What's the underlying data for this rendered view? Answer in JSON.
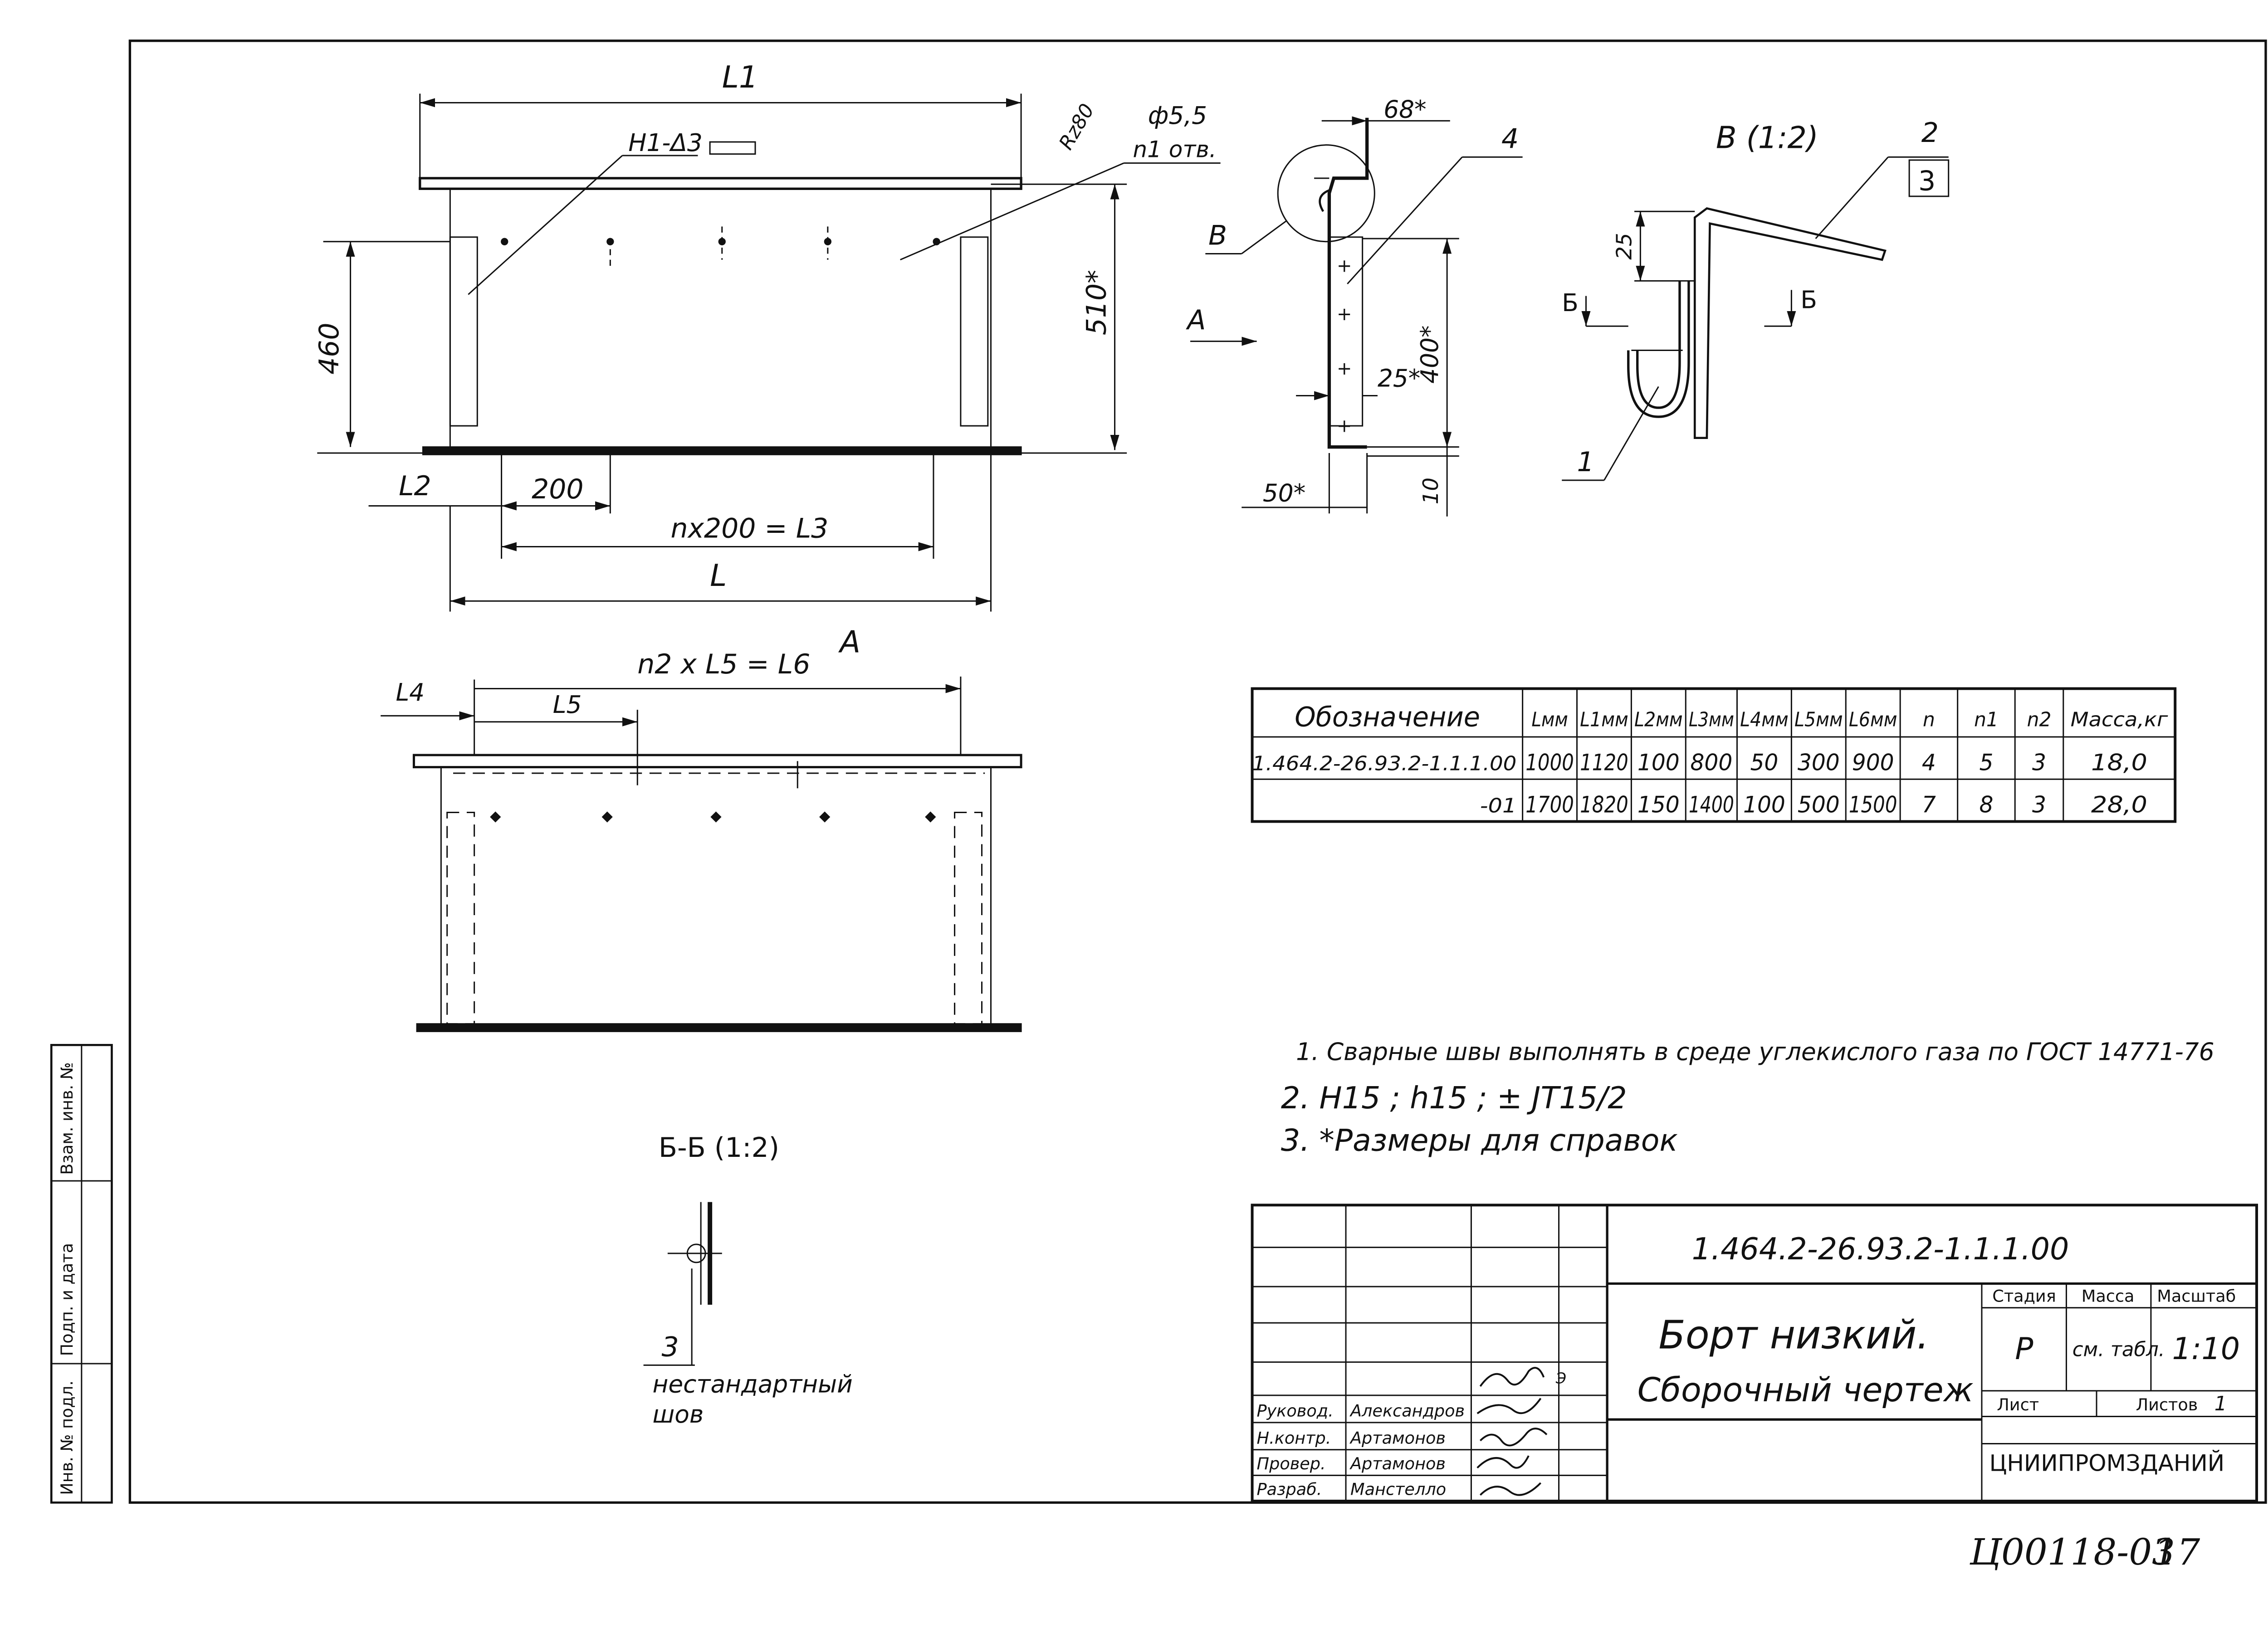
{
  "views": {
    "front": {
      "L1": "L1",
      "weld": "H1-Δ3",
      "roughness": "Rz80",
      "hole": "ф5,5",
      "hole_count": "n1 отв.",
      "dim_460": "460",
      "dim_510": "510*",
      "L2": "L2",
      "dim_200": "200",
      "n200": "nx200 = L3",
      "L": "L"
    },
    "side": {
      "dim_68": "68*",
      "pos4": "4",
      "B": "В",
      "A": "А",
      "dim_400": "400*",
      "dim_25": "25*",
      "dim_50": "50*",
      "dim_10": "10"
    },
    "detail_b": {
      "title": "В (1:2)",
      "pos2": "2",
      "pos3": "3",
      "dim_25": "25",
      "cut_left": "Б",
      "cut_right": "Б",
      "pos1": "1"
    },
    "view_a": {
      "title": "А",
      "n2": "n2 x L5 = L6",
      "L4": "L4",
      "L5": "L5"
    },
    "section_bb": {
      "title": "Б-Б (1:2)",
      "pos3": "3",
      "weld_note_1": "нестандартный",
      "weld_note_2": "шов"
    }
  },
  "spec_table": {
    "headers": [
      "Обозначение",
      "Lмм",
      "L1мм",
      "L2мм",
      "L3мм",
      "L4мм",
      "L5мм",
      "L6мм",
      "n",
      "n1",
      "n2",
      "Масса,кг"
    ],
    "rows": [
      [
        "1.464.2-26.93.2-1.1.1.00",
        "1000",
        "1120",
        "100",
        "800",
        "50",
        "300",
        "900",
        "4",
        "5",
        "3",
        "18,0"
      ],
      [
        "-01",
        "1700",
        "1820",
        "150",
        "1400",
        "100",
        "500",
        "1500",
        "7",
        "8",
        "3",
        "28,0"
      ]
    ]
  },
  "notes": [
    "1. Сварные швы выполнять в среде углекислого газа по ГОСТ 14771-76",
    "2. H15 ; h15 ; ± JT15/2",
    "3. *Размеры для справок"
  ],
  "title_block": {
    "doc_number": "1.464.2-26.93.2-1.1.1.00",
    "name_line1": "Борт низкий.",
    "name_line2": "Сборочный чертеж",
    "stage_label": "Стадия",
    "mass_label": "Масса",
    "scale_label": "Масштаб",
    "stage": "Р",
    "mass": "см. табл.",
    "scale": "1:10",
    "sheet_label": "Лист",
    "sheets_label": "Листов",
    "sheets": "1",
    "org": "ЦНИИПРОМЗДАНИЙ",
    "small_mark": "Э",
    "roles": [
      {
        "role": "Руковод.",
        "name": "Александров"
      },
      {
        "role": "Н.контр.",
        "name": "Артамонов"
      },
      {
        "role": "Провер.",
        "name": "Артамонов"
      },
      {
        "role": "Разраб.",
        "name": "Манстелло"
      }
    ]
  },
  "side_stamp": [
    "Инв. № подл.",
    "Подп. и дата",
    "Взам. инв. №"
  ],
  "footer": {
    "code": "Ц00118-03",
    "page": "17"
  }
}
